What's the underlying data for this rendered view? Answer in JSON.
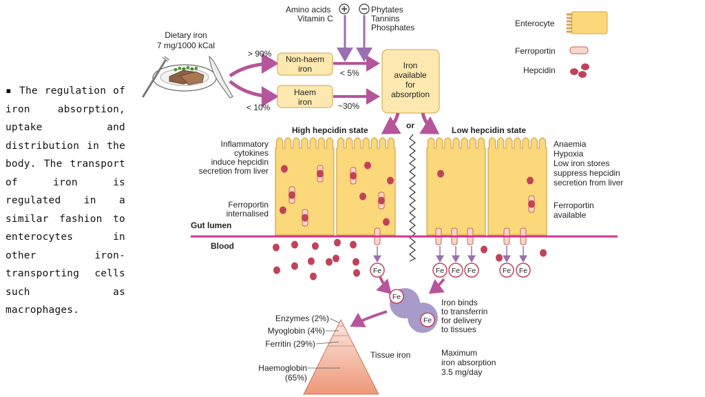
{
  "bullet": {
    "marker": "▪",
    "text": "The regulation of iron absorption, uptake and distribution in the body. The transport of iron is regulated in a similar fashion to enterocytes in other iron-transporting cells such as macrophages."
  },
  "diagram": {
    "dietary_iron": [
      "Dietary iron",
      "7 mg/1000 kCal"
    ],
    "non_haem_pct": "> 90%",
    "haem_pct": "< 10%",
    "non_haem_box": [
      "Non-haem",
      "iron"
    ],
    "haem_box": [
      "Haem",
      "iron"
    ],
    "non_haem_absorption": "< 5%",
    "haem_absorption": "~30%",
    "enhancers": [
      "Amino acids",
      "Vitamin C"
    ],
    "inhibitors": [
      "Phytates",
      "Tannins",
      "Phosphates"
    ],
    "plus_sign": "+",
    "minus_sign": "−",
    "available_box": [
      "Iron",
      "available",
      "for",
      "absorption"
    ],
    "or_label": "or",
    "high_state": "High hepcidin state",
    "low_state": "Low hepcidin state",
    "high_cause": [
      "Inflammatory",
      "cytokines",
      "induce hepcidin",
      "secretion from liver"
    ],
    "ferroportin_internalised": [
      "Ferroportin",
      "internalised"
    ],
    "low_causes": [
      "Anaemia",
      "Hypoxia",
      "Low iron stores",
      "suppress hepcidin",
      "secretion from liver"
    ],
    "ferroportin_available": [
      "Ferroportin",
      "available"
    ],
    "gut_lumen": "Gut lumen",
    "blood": "Blood",
    "fe": "Fe",
    "transferrin_note": [
      "Iron binds",
      "to transferrin",
      "for delivery",
      "to tissues"
    ],
    "tissue_iron": "Tissue iron",
    "max_absorption": [
      "Maximum",
      "iron absorption",
      "3.5 mg/day"
    ],
    "pyramid_labels": [
      "Enzymes (2%)",
      "Myoglobin (4%)",
      "Ferritin (29%)",
      "Haemoglobin",
      "(65%)"
    ],
    "legend": {
      "enterocyte": "Enterocyte",
      "ferroportin": "Ferroportin",
      "hepcidin": "Hepcidin"
    }
  },
  "colors": {
    "arrow": "#b5559b",
    "cell_fill": "#fbd87a",
    "cell_stroke": "#d3a24e",
    "box_fill": "#fde9b0",
    "hepcidin": "#c2425a",
    "ferroportin_fill": "#fbd6cc",
    "ferroportin_stroke": "#c8634b",
    "membrane": "#d6338f",
    "transferrin": "#a89ac9",
    "pyramid_top": "#fbe3dc",
    "pyramid_bottom": "#ee9b80"
  }
}
